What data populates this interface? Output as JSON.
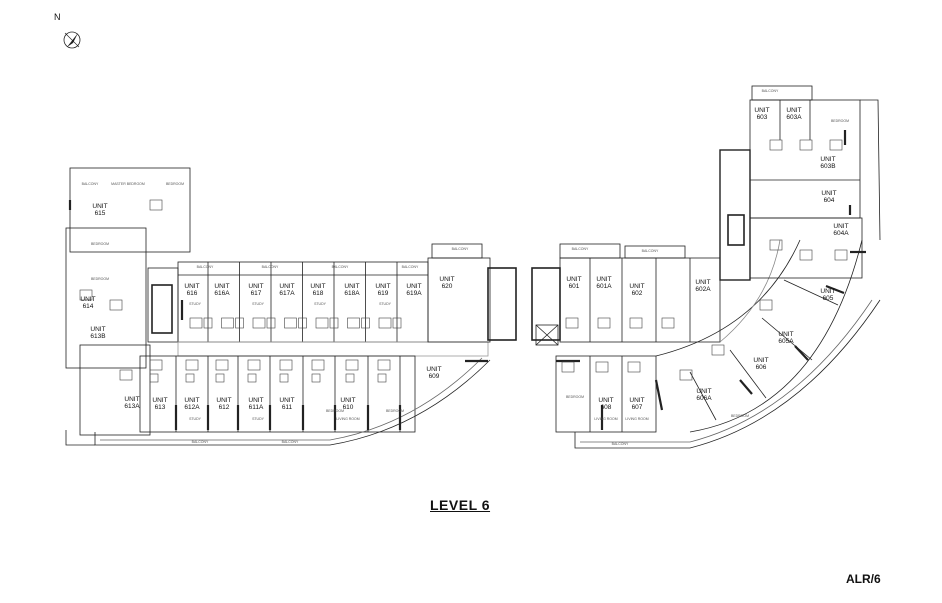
{
  "drawing": {
    "title": "LEVEL 6",
    "sheet_id": "ALR/6",
    "north_label": "N"
  },
  "units": [
    {
      "id": "615",
      "label": "UNIT\n615"
    },
    {
      "id": "614",
      "label": "UNIT\n614"
    },
    {
      "id": "613B",
      "label": "UNIT\n613B"
    },
    {
      "id": "613A",
      "label": "UNIT\n613A"
    },
    {
      "id": "613",
      "label": "UNIT\n613"
    },
    {
      "id": "612A",
      "label": "UNIT\n612A"
    },
    {
      "id": "612",
      "label": "UNIT\n612"
    },
    {
      "id": "611A",
      "label": "UNIT\n611A"
    },
    {
      "id": "611",
      "label": "UNIT\n611"
    },
    {
      "id": "610",
      "label": "UNIT\n610"
    },
    {
      "id": "609",
      "label": "UNIT\n609"
    },
    {
      "id": "616",
      "label": "UNIT\n616"
    },
    {
      "id": "616A",
      "label": "UNIT\n616A"
    },
    {
      "id": "617",
      "label": "UNIT\n617"
    },
    {
      "id": "617A",
      "label": "UNIT\n617A"
    },
    {
      "id": "618",
      "label": "UNIT\n618"
    },
    {
      "id": "618A",
      "label": "UNIT\n618A"
    },
    {
      "id": "619",
      "label": "UNIT\n619"
    },
    {
      "id": "619A",
      "label": "UNIT\n619A"
    },
    {
      "id": "620",
      "label": "UNIT\n620"
    },
    {
      "id": "601",
      "label": "UNIT\n601"
    },
    {
      "id": "601A",
      "label": "UNIT\n601A"
    },
    {
      "id": "602",
      "label": "UNIT\n602"
    },
    {
      "id": "602A",
      "label": "UNIT\n602A"
    },
    {
      "id": "608",
      "label": "UNIT\n608"
    },
    {
      "id": "607",
      "label": "UNIT\n607"
    },
    {
      "id": "606A",
      "label": "UNIT\n606A"
    },
    {
      "id": "606",
      "label": "UNIT\n606"
    },
    {
      "id": "605A",
      "label": "UNIT\n605A"
    },
    {
      "id": "605",
      "label": "UNIT\n605"
    },
    {
      "id": "604A",
      "label": "UNIT\n604A"
    },
    {
      "id": "604",
      "label": "UNIT\n604"
    },
    {
      "id": "603B",
      "label": "UNIT\n603B"
    },
    {
      "id": "603",
      "label": "UNIT\n603"
    },
    {
      "id": "603A",
      "label": "UNIT\n603A"
    }
  ],
  "room_labels": {
    "balcony": "BALCONY",
    "bedroom": "BEDROOM",
    "master_bedroom": "MASTER BEDROOM",
    "living": "LIVING ROOM",
    "study": "STUDY"
  }
}
